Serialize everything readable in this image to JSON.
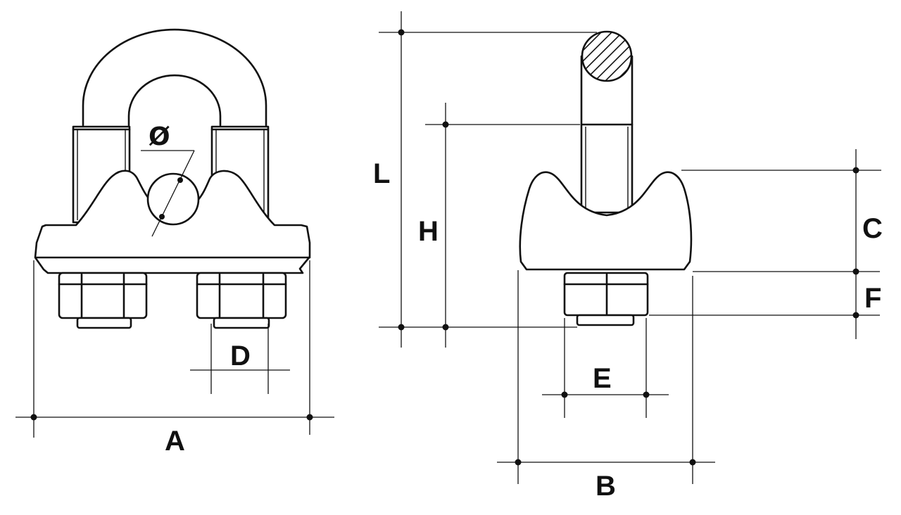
{
  "diagram": {
    "labels": {
      "diameter": "Ø",
      "width_overall": "A",
      "width_base": "B",
      "base_height": "C",
      "bolt_spacing": "D",
      "nut_width": "E",
      "nut_height": "F",
      "height_bolt": "H",
      "length_total": "L"
    },
    "colors": {
      "ink": "#111111",
      "paper": "#ffffff"
    }
  }
}
